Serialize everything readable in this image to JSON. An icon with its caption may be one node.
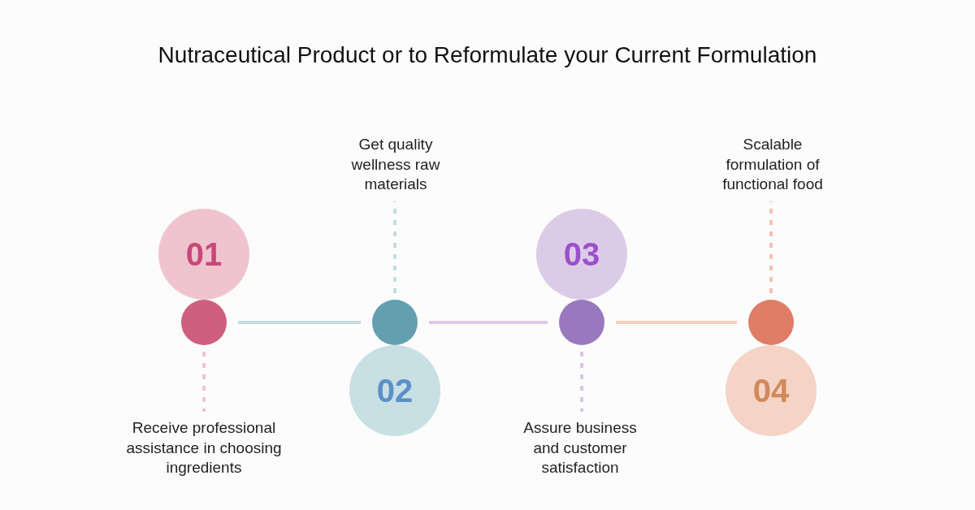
{
  "diagram": {
    "title": "Nutraceutical Product or to Reformulate your Current Formulation",
    "nodes": [
      {
        "text": [
          "01"
        ]
      },
      {
        "text": [],
        "shape": "circle"
      },
      {
        "text": [
          "Receive professional assistance in choosing ingredients"
        ]
      },
      {
        "text": [
          "02"
        ]
      },
      {
        "text": [],
        "shape": "circle"
      },
      {
        "text": [
          "Get quality wellness raw materials"
        ]
      },
      {
        "text": [
          "03"
        ]
      },
      {
        "text": [],
        "shape": "circle"
      },
      {
        "text": [
          "Assure business and customer satisfaction"
        ]
      },
      {
        "text": [
          "04"
        ]
      },
      {
        "text": [],
        "shape": "circle"
      },
      {
        "text": [
          "Scalable formulation of functional food"
        ]
      }
    ],
    "edges": [
      {
        "from": 1,
        "to": 4,
        "arrow": "none",
        "color": "#c3dde0"
      },
      {
        "from": 4,
        "to": 7,
        "arrow": "none",
        "color": "#dccbe6"
      },
      {
        "from": 7,
        "to": 10,
        "arrow": "none",
        "color": "#f6cdb9"
      },
      {
        "from": 1,
        "to": 2,
        "arrow": "none",
        "style": "dashed",
        "color": "#f0c4cf"
      },
      {
        "from": 4,
        "to": 5,
        "arrow": "none",
        "style": "dashed",
        "color": "#c3dde0"
      },
      {
        "from": 7,
        "to": 8,
        "arrow": "none",
        "style": "dashed",
        "color": "#d9c6e6"
      },
      {
        "from": 10,
        "to": 11,
        "arrow": "none",
        "style": "dashed",
        "color": "#f4c2b0"
      }
    ]
  }
}
